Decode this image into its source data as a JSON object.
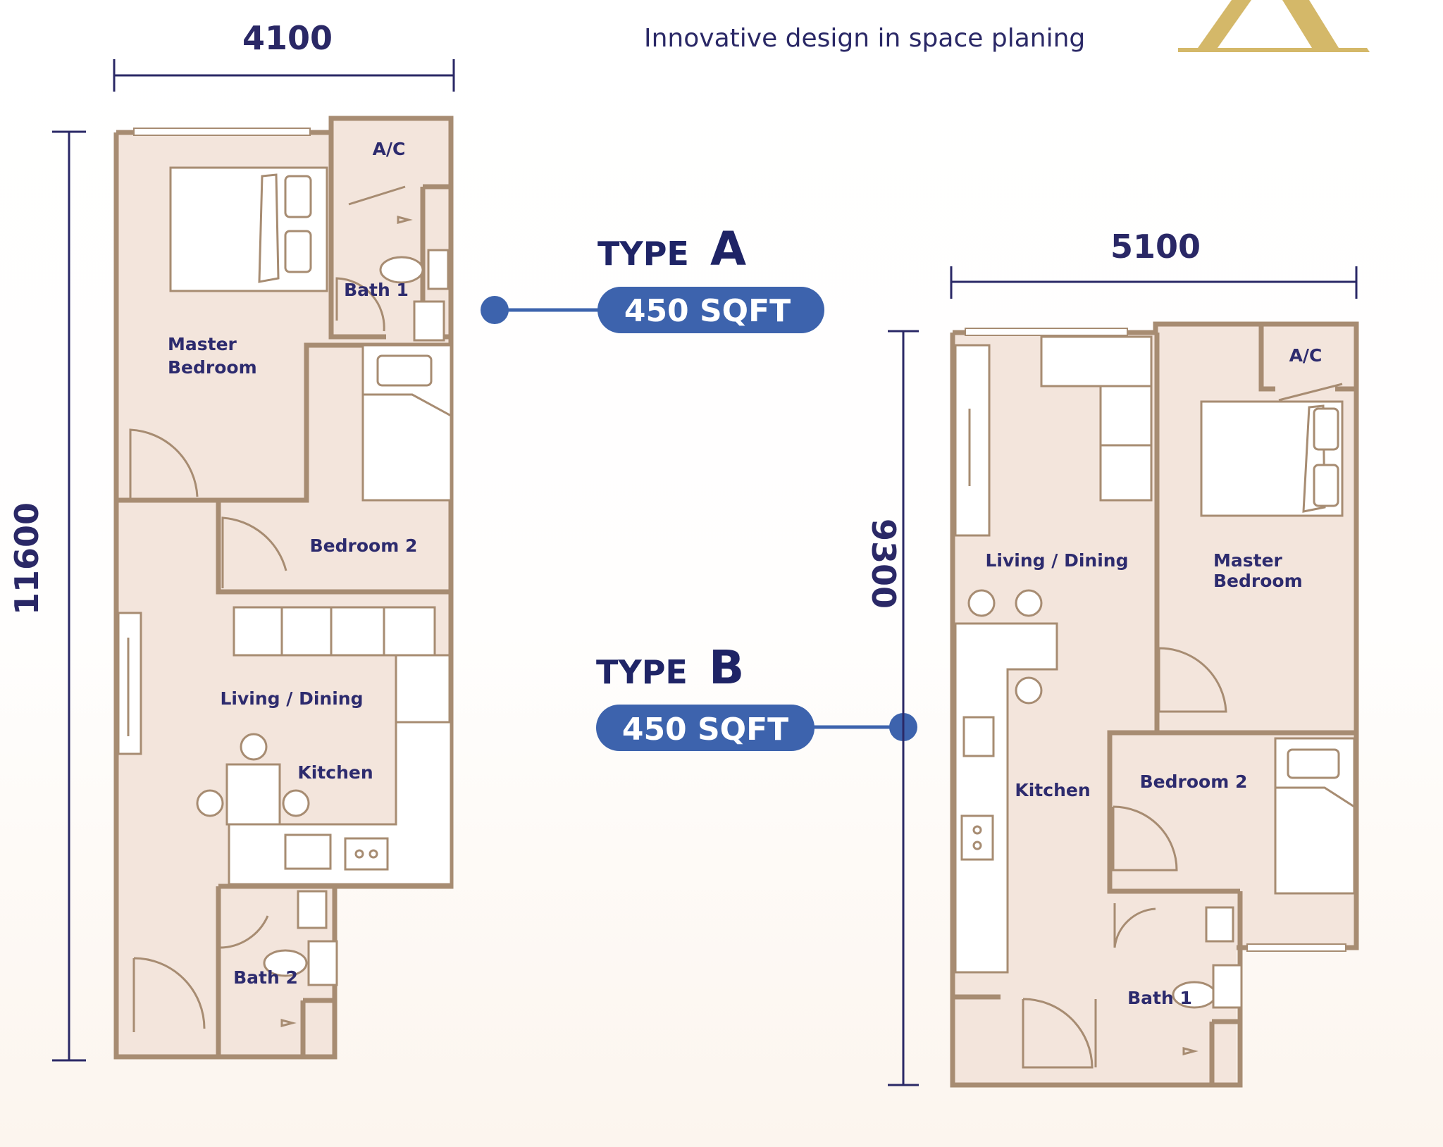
{
  "header": {
    "tagline": "Innovative design in space planing",
    "logo_letter": "A",
    "logo_color": "#d4b869"
  },
  "type_a": {
    "type_word": "TYPE",
    "type_letter": "A",
    "area": "450 SQFT",
    "width_dim": "4100",
    "depth_dim": "11600",
    "rooms": {
      "ac": "A/C",
      "bath1": "Bath 1",
      "master_line1": "Master",
      "master_line2": "Bedroom",
      "bedroom2": "Bedroom 2",
      "living": "Living / Dining",
      "kitchen": "Kitchen",
      "bath2": "Bath 2"
    }
  },
  "type_b": {
    "type_word": "TYPE",
    "type_letter": "B",
    "area": "450 SQFT",
    "width_dim": "5100",
    "depth_dim": "9300",
    "rooms": {
      "ac": "A/C",
      "living": "Living / Dining",
      "master_line1": "Master",
      "master_line2": "Bedroom",
      "kitchen": "Kitchen",
      "bedroom2": "Bedroom 2",
      "bath1": "Bath 1"
    }
  },
  "colors": {
    "navy_text": "#2a2866",
    "pill_blue": "#3d63ad",
    "wall_brown": "#a78c72",
    "floor_beige": "#f3e5dc",
    "gold": "#d4b869"
  }
}
